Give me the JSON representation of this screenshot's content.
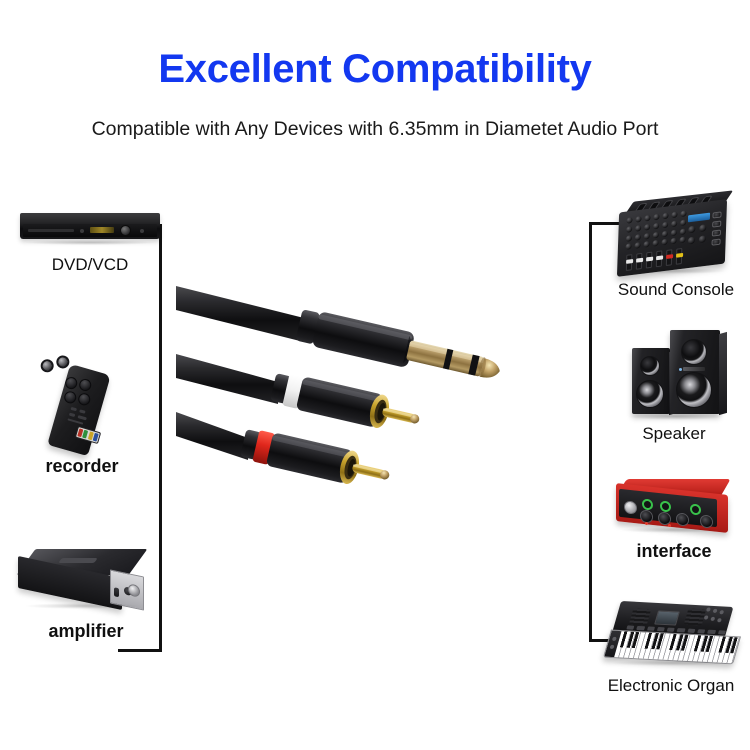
{
  "header": {
    "title": "Excellent Compatibility",
    "subtitle": "Compatible with Any Devices with 6.35mm in Diametet Audio Port",
    "title_color": "#1338f0",
    "subtitle_color": "#1a1a1a"
  },
  "left_devices": [
    {
      "label": "DVD/VCD",
      "icon": "dvd-player-icon",
      "weight": "normal"
    },
    {
      "label": "recorder",
      "icon": "field-recorder-icon",
      "weight": "bold"
    },
    {
      "label": "amplifier",
      "icon": "amplifier-icon",
      "weight": "bold"
    }
  ],
  "right_devices": [
    {
      "label": "Sound Console",
      "icon": "mixing-console-icon",
      "weight": "normal"
    },
    {
      "label": "Speaker",
      "icon": "speaker-pair-icon",
      "weight": "normal"
    },
    {
      "label": "interface",
      "icon": "audio-interface-icon",
      "weight": "bold"
    },
    {
      "label": "Electronic Organ",
      "icon": "keyboard-organ-icon",
      "weight": "normal"
    }
  ],
  "product": {
    "name": "6.35mm TRS to 2 RCA audio cable",
    "connectors": [
      {
        "type": "trs-6.35mm-plug",
        "ring_color": "#000000",
        "metal_color": "#b99a5a"
      },
      {
        "type": "rca-plug-white",
        "ring_color": "#ffffff",
        "metal_color": "#c9a227"
      },
      {
        "type": "rca-plug-red",
        "ring_color": "#e02b20",
        "metal_color": "#c9a227"
      }
    ],
    "cable_color": "#1c1c1e"
  },
  "brackets": {
    "left_bracket_name": "left-device-group-bracket",
    "right_bracket_name": "right-device-group-bracket",
    "line_color": "#111111"
  },
  "background_color": "#ffffff"
}
